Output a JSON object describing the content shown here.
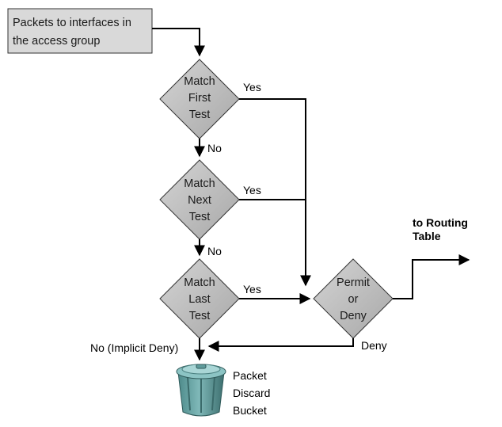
{
  "start_box": {
    "lines": [
      "Packets to interfaces in",
      "the access group"
    ]
  },
  "decisions": {
    "first": {
      "lines": [
        "Match",
        "First",
        "Test"
      ]
    },
    "next": {
      "lines": [
        "Match",
        "Next",
        "Test"
      ]
    },
    "last": {
      "lines": [
        "Match",
        "Last",
        "Test"
      ]
    },
    "permit": {
      "lines": [
        "Permit",
        "or",
        "Deny"
      ]
    }
  },
  "edge_labels": {
    "yes_first": "Yes",
    "yes_next": "Yes",
    "yes_last": "Yes",
    "no_first": "No",
    "no_next": "No",
    "implicit_deny": "No (Implicit Deny)",
    "deny": "Deny"
  },
  "routing": {
    "lines": [
      "to Routing",
      "Table"
    ]
  },
  "bucket": {
    "lines": [
      "Packet",
      "Discard",
      "Bucket"
    ]
  },
  "colors": {
    "box_fill": "#d9d9d9",
    "diamond_fill": "#bfbfbf",
    "stroke": "#333333",
    "line": "#000000",
    "bucket_fill": "#5f9c9c",
    "bucket_dark": "#3f7474"
  }
}
